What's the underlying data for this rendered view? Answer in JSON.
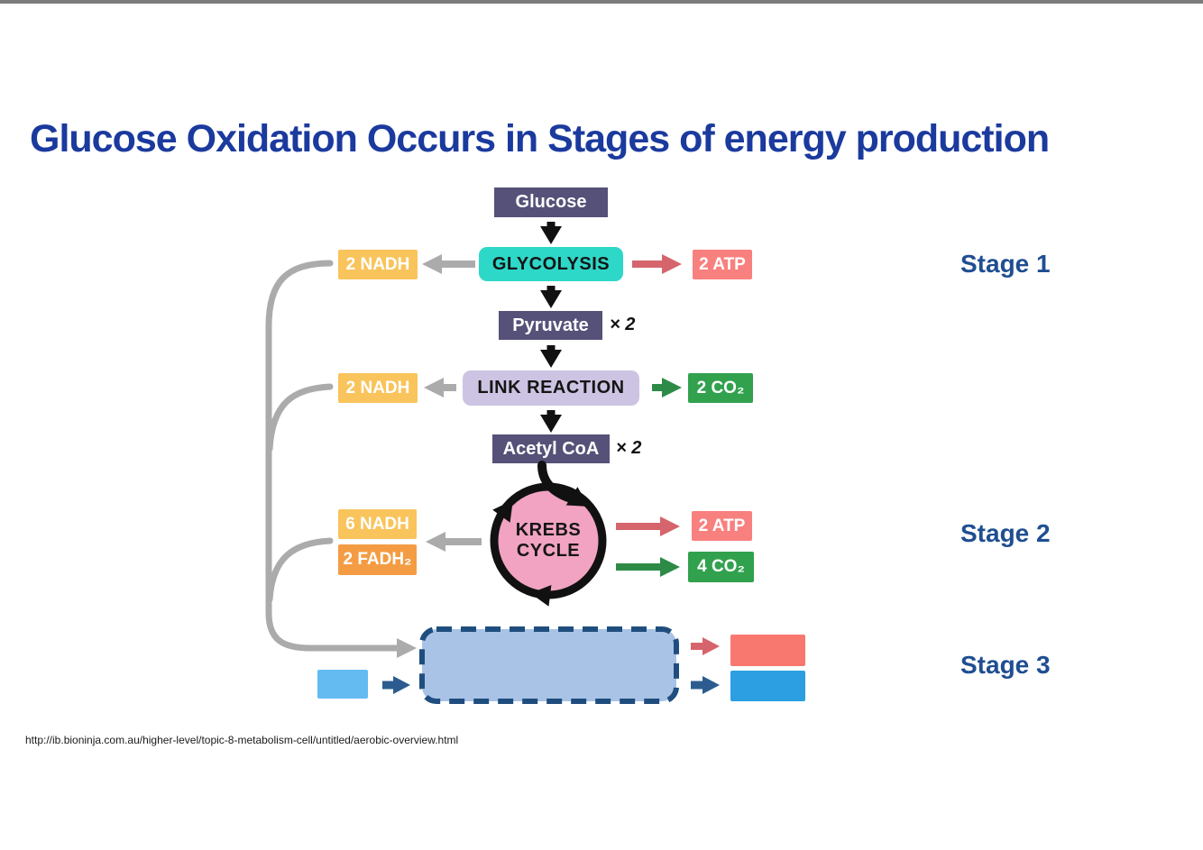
{
  "page": {
    "title": "Glucose Oxidation Occurs in Stages of energy production",
    "source_url": "http://ib.bioninja.com.au/higher-level/topic-8-metabolism-cell/untitled/aerobic-overview.html"
  },
  "diagram": {
    "nodes": {
      "glucose": "Glucose",
      "glycolysis": "GLYCOLYSIS",
      "pyruvate": "Pyruvate",
      "pyruvate_multiplier": "× 2",
      "link_reaction": "LINK REACTION",
      "acetyl_coa": "Acetyl CoA",
      "acetyl_multiplier": "× 2",
      "krebs_line1": "KREBS",
      "krebs_line2": "CYCLE"
    },
    "outputs": {
      "glycolysis_nadh": "2 NADH",
      "glycolysis_atp": "2 ATP",
      "link_nadh": "2 NADH",
      "link_co2": "2 CO₂",
      "krebs_nadh": "6 NADH",
      "krebs_fadh2": "2 FADH₂",
      "krebs_atp": "2 ATP",
      "krebs_co2": "4 CO₂"
    },
    "stages": [
      {
        "label": "Stage 1"
      },
      {
        "label": "Stage 2"
      },
      {
        "label": "Stage 3"
      }
    ],
    "colors": {
      "title": "#1b3a9e",
      "stage_label": "#1f4e91",
      "node_dark_purple": "#555178",
      "glycolysis_teal": "#2ed8c8",
      "link_reaction_lavender": "#cdc4e3",
      "krebs_pink": "#f1a3c1",
      "nadh_amber": "#f9c45c",
      "fadh2_orange": "#f49c44",
      "atp_salmon": "#f8807e",
      "co2_green": "#31a14e",
      "arrow_gray": "#ababab",
      "arrow_red": "#d5646c",
      "arrow_green": "#2e8b47",
      "arrow_navy": "#2c5c8f",
      "arrow_black": "#111111",
      "stage3_fill": "#a9c3e7",
      "stage3_border": "#1f4e7e",
      "stage3_input_blue": "#64bbf2",
      "stage3_output_red": "#f8786f",
      "stage3_output_blue": "#2b9fe2"
    }
  }
}
